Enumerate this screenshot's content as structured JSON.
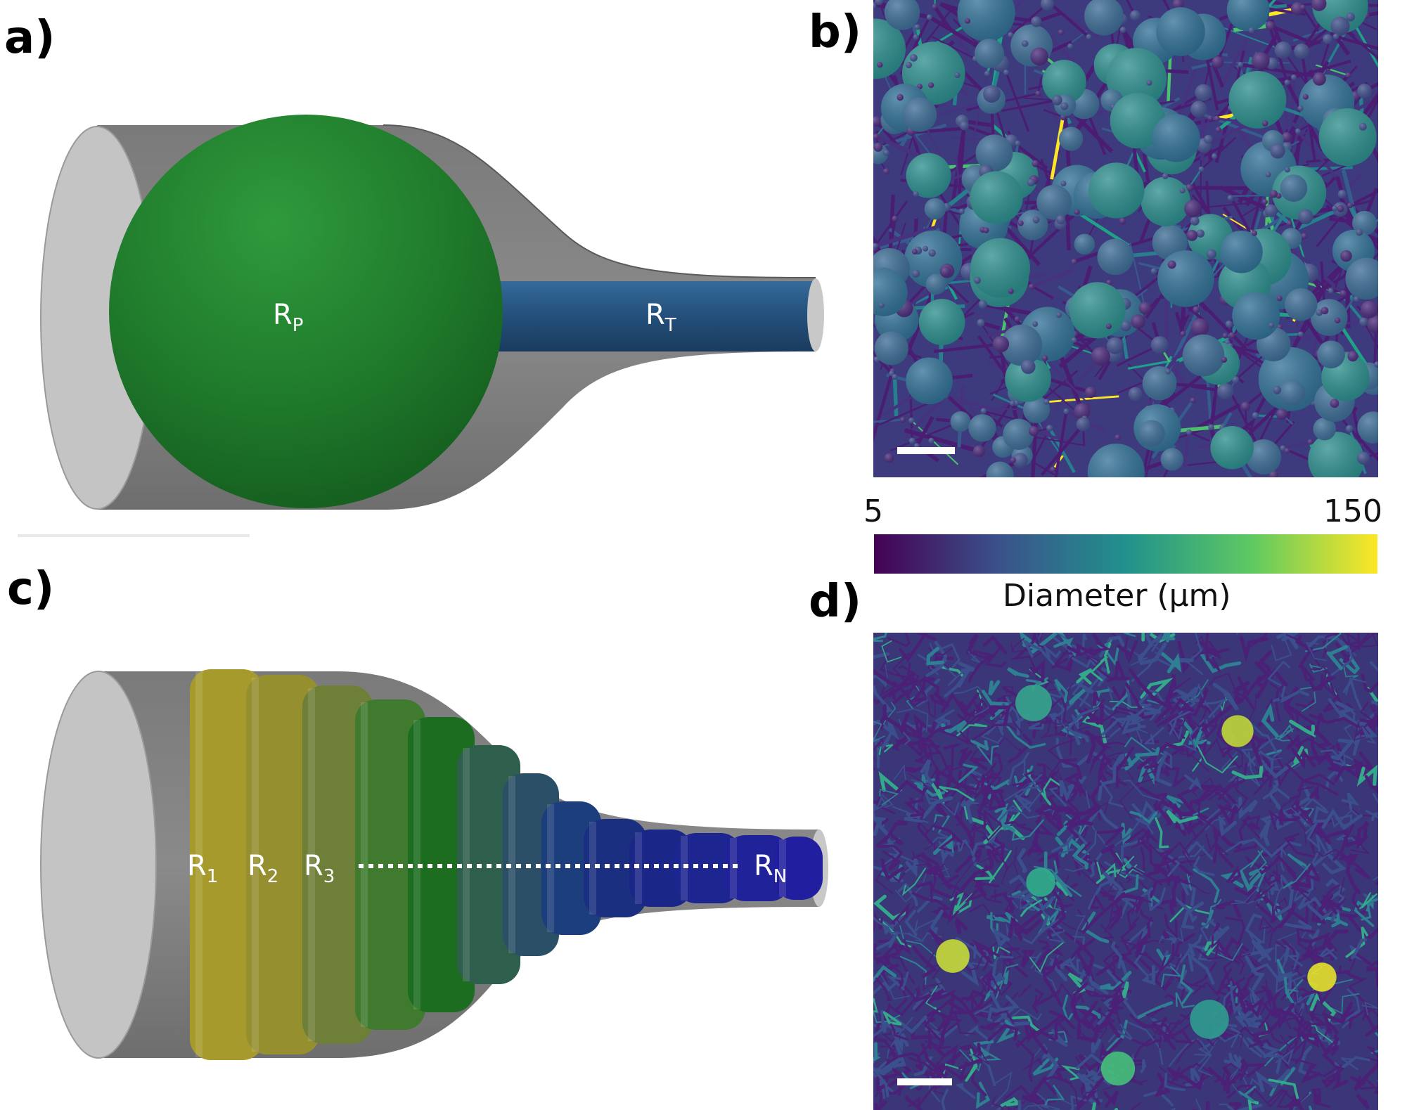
{
  "panels": {
    "a": {
      "label": "a)",
      "sphere_label": "R",
      "sphere_sub": "P",
      "throat_label": "R",
      "throat_sub": "T"
    },
    "b": {
      "label": "b)"
    },
    "c": {
      "label": "c)",
      "radii": [
        {
          "base": "R",
          "sub": "1"
        },
        {
          "base": "R",
          "sub": "2"
        },
        {
          "base": "R",
          "sub": "3"
        },
        {
          "base": "R",
          "sub": "N"
        }
      ]
    },
    "d": {
      "label": "d)"
    }
  },
  "colorbar": {
    "min_label": "5",
    "max_label": "150",
    "title": "Diameter (µm)",
    "colormap": "viridis",
    "colors": [
      "#440154",
      "#3b528b",
      "#21918c",
      "#5ec962",
      "#fde725"
    ]
  }
}
